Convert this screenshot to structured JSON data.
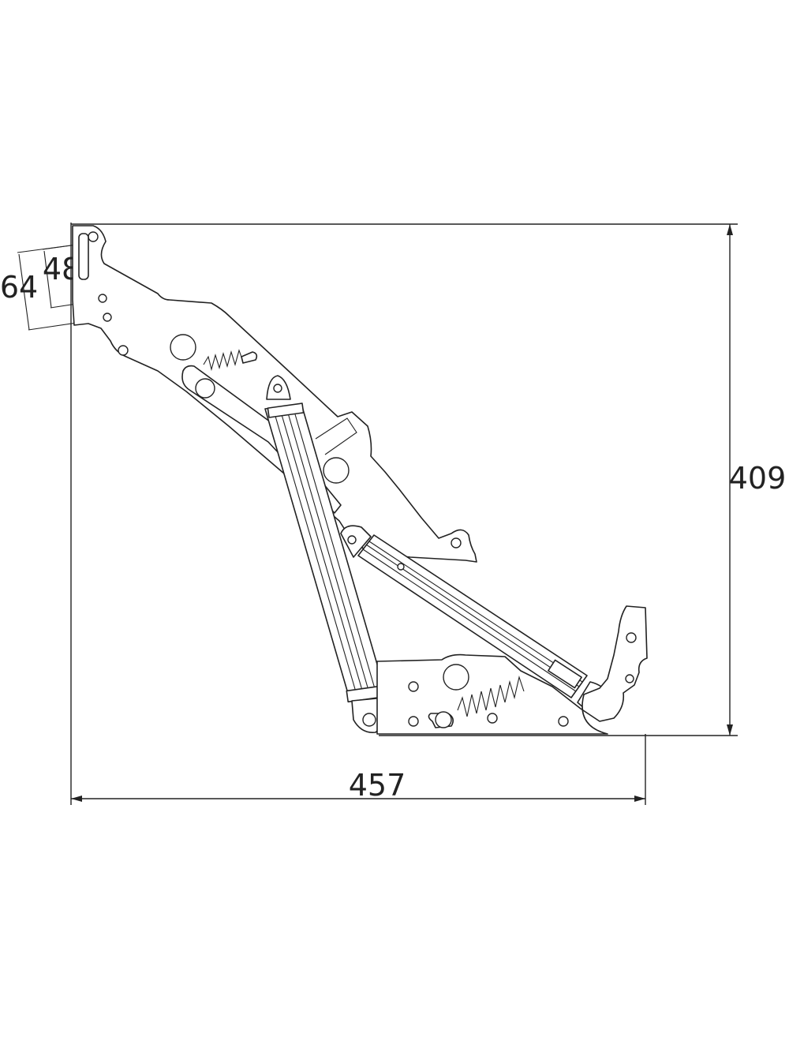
{
  "dimensions": {
    "width": "457",
    "height": "409",
    "hole_spacing_outer": "64",
    "hole_spacing_inner": "48"
  },
  "colors": {
    "line": "#222222",
    "background": "#ffffff"
  }
}
